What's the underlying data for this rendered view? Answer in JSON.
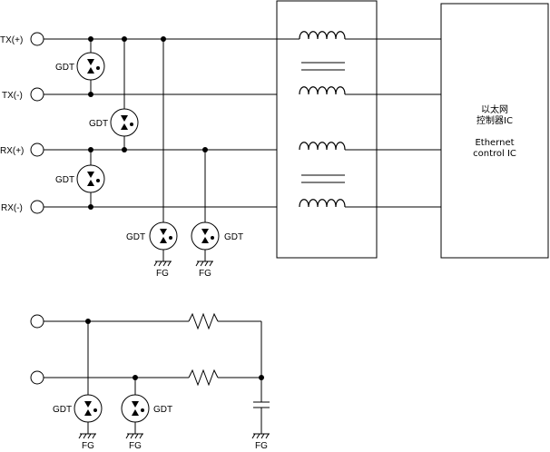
{
  "ports": {
    "tx_plus": "TX(+)",
    "tx_minus": "TX(-)",
    "rx_plus": "RX(+)",
    "rx_minus": "RX(-)"
  },
  "gdt_label": "GDT",
  "fg_label": "FG",
  "ic": {
    "line1": "以太网",
    "line2": "控制器IC",
    "line3": "Ethernet",
    "line4": "control IC"
  }
}
